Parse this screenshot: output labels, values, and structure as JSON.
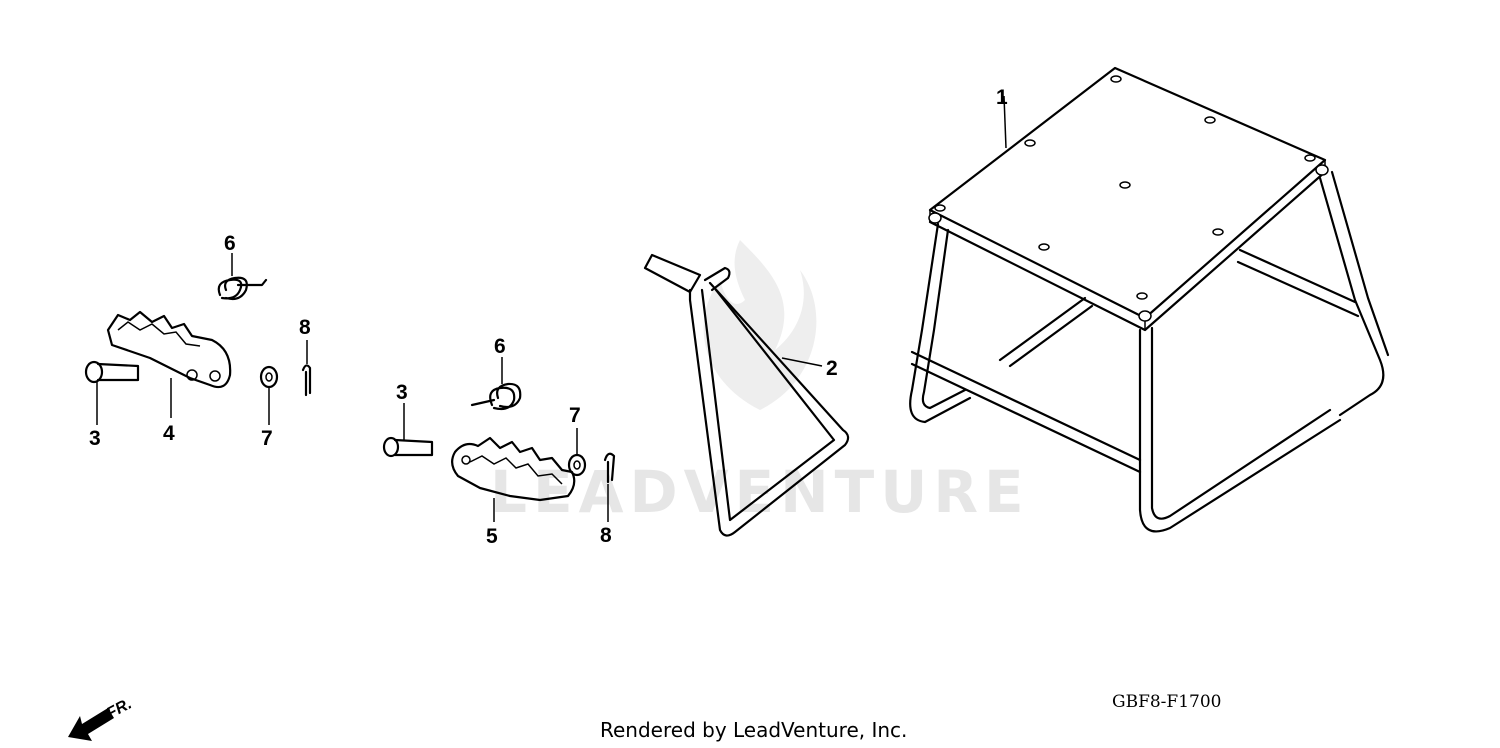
{
  "watermark": "LEADVENTURE",
  "diagram_code": "GBF8-F1700",
  "credit": "Rendered by LeadVenture, Inc.",
  "direction_label": "FR.",
  "callouts": {
    "stand": "1",
    "triangle_stand": "2",
    "pin_left": "3",
    "pin_right": "3",
    "footpeg_left": "4",
    "footpeg_right": "5",
    "spring_left": "6",
    "spring_right": "6",
    "washer_left": "7",
    "washer_right": "7",
    "cotter_left": "8",
    "cotter_right": "8"
  }
}
